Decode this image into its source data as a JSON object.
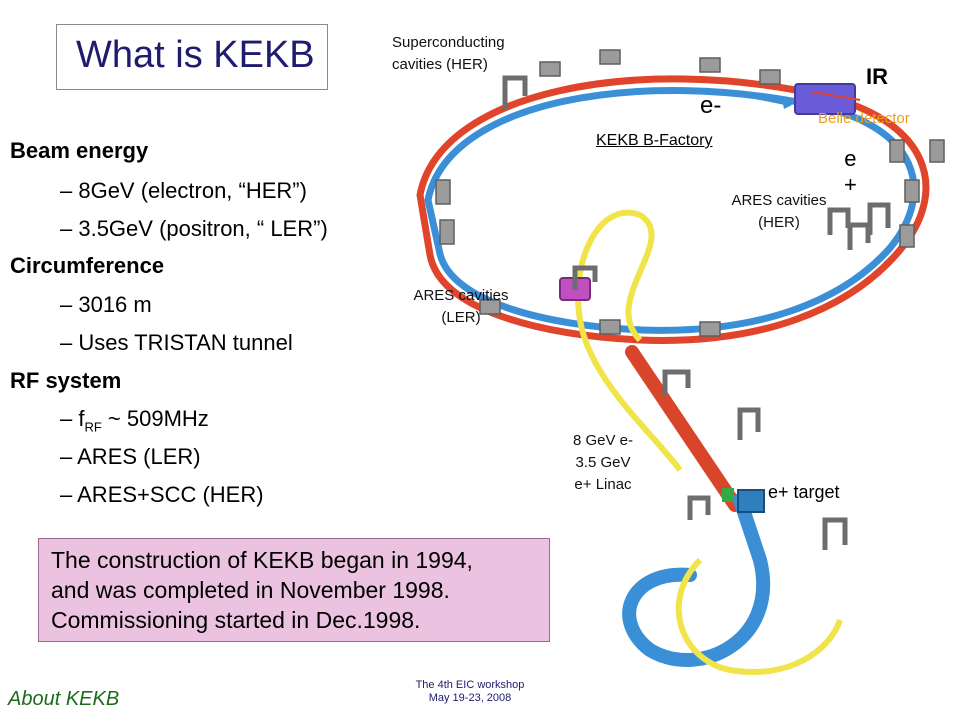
{
  "title": "What is KEKB",
  "bullets": {
    "beam_energy": "Beam energy",
    "be_1": "– 8GeV (electron, “HER”)",
    "be_2": "– 3.5GeV (positron, “ LER”)",
    "circumference": "Circumference",
    "c_1": "– 3016 m",
    "c_2": "– Uses TRISTAN tunnel",
    "rf_system": "RF system",
    "rf_1_prefix": "– f",
    "rf_1_sub": "RF",
    "rf_1_suffix": " ~ 509MHz",
    "rf_2": "– ARES (LER)",
    "rf_3": "– ARES+SCC (HER)"
  },
  "note": {
    "line1": "The construction of KEKB began in 1994,",
    "line2": "and was completed in November 1998.",
    "line3": "Commissioning started in Dec.1998."
  },
  "diagram": {
    "sc_cavities_1": "Superconducting",
    "sc_cavities_2": "cavities (HER)",
    "ir": "IR",
    "e_minus": "e-",
    "belle": "Belle detector",
    "kekb": "KEKB B-Factory",
    "e_plus_1": "e",
    "e_plus_2": "+",
    "ares_her_1": "ARES cavities",
    "ares_her_2": "(HER)",
    "ares_ler_1": "ARES cavities",
    "ares_ler_2": "(LER)",
    "linac_1": "8 GeV e-",
    "linac_2": "3.5 GeV",
    "linac_3": "e+ Linac",
    "target": "e+ target",
    "colors": {
      "her_ring": "#e0442a",
      "ler_ring": "#3a8fd6",
      "linac": "#f1e44a",
      "belle": "#e8a020"
    }
  },
  "footer": {
    "left": "About KEKB",
    "mid_1": "The 4th EIC workshop",
    "mid_2": "May 19-23, 2008"
  }
}
